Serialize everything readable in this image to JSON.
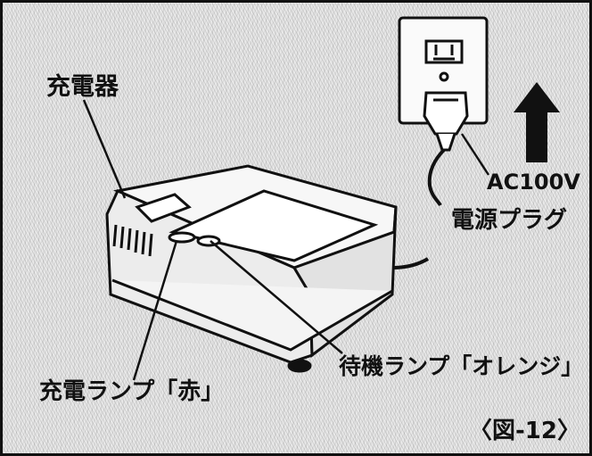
{
  "labels": {
    "charger": "充電器",
    "power_plug": "電源プラグ",
    "voltage": "AC100V",
    "charge_lamp": "充電ランプ「赤」",
    "standby_lamp": "待機ランプ「オレンジ」",
    "figure_number": "〈図-12〉"
  }
}
